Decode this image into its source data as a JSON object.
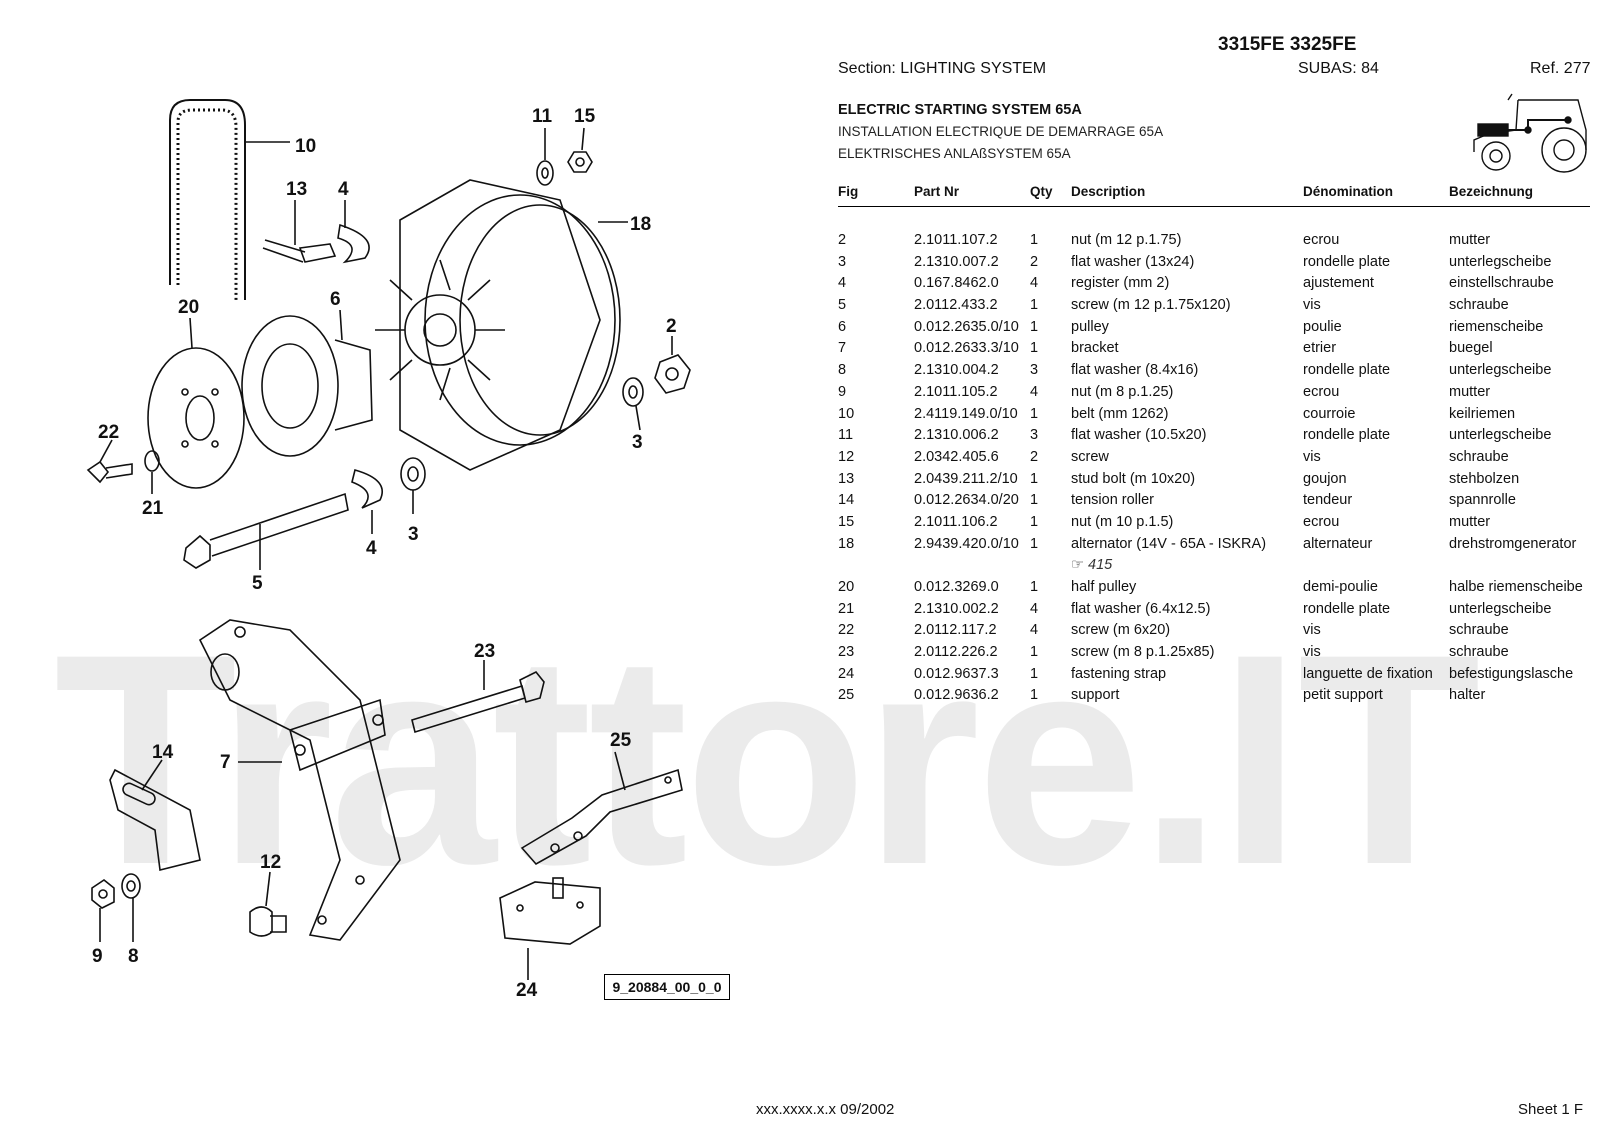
{
  "header": {
    "models": "3315FE 3325FE",
    "section": "Section: LIGHTING  SYSTEM",
    "subas": "SUBAS: 84",
    "ref": "Ref. 277"
  },
  "titles": {
    "en": "ELECTRIC STARTING SYSTEM 65A",
    "fr": "INSTALLATION ELECTRIQUE DE DEMARRAGE 65A",
    "de": "ELEKTRISCHES ANLAßSYSTEM 65A"
  },
  "table": {
    "columns": [
      "Fig",
      "Part Nr",
      "Qty",
      "Description",
      "Dénomination",
      "Bezeichnung"
    ],
    "rows": [
      [
        "2",
        "2.1011.107.2",
        "1",
        "nut (m 12 p.1.75)",
        "ecrou",
        "mutter"
      ],
      [
        "3",
        "2.1310.007.2",
        "2",
        "flat washer (13x24)",
        "rondelle plate",
        "unterlegscheibe"
      ],
      [
        "4",
        "0.167.8462.0",
        "4",
        "register (mm 2)",
        "ajustement",
        "einstellschraube"
      ],
      [
        "5",
        "2.0112.433.2",
        "1",
        "screw (m 12 p.1.75x120)",
        "vis",
        "schraube"
      ],
      [
        "6",
        "0.012.2635.0/10",
        "1",
        "pulley",
        "poulie",
        "riemenscheibe"
      ],
      [
        "7",
        "0.012.2633.3/10",
        "1",
        "bracket",
        "etrier",
        "buegel"
      ],
      [
        "8",
        "2.1310.004.2",
        "3",
        "flat washer (8.4x16)",
        "rondelle plate",
        "unterlegscheibe"
      ],
      [
        "9",
        "2.1011.105.2",
        "4",
        "nut (m 8 p.1.25)",
        "ecrou",
        "mutter"
      ],
      [
        "10",
        "2.4119.149.0/10",
        "1",
        "belt (mm 1262)",
        "courroie",
        "keilriemen"
      ],
      [
        "11",
        "2.1310.006.2",
        "3",
        "flat washer (10.5x20)",
        "rondelle plate",
        "unterlegscheibe"
      ],
      [
        "12",
        "2.0342.405.6",
        "2",
        "screw",
        "vis",
        "schraube"
      ],
      [
        "13",
        "2.0439.211.2/10",
        "1",
        "stud bolt (m 10x20)",
        "goujon",
        "stehbolzen"
      ],
      [
        "14",
        "0.012.2634.0/20",
        "1",
        "tension roller",
        "tendeur",
        "spannrolle"
      ],
      [
        "15",
        "2.1011.106.2",
        "1",
        "nut (m 10 p.1.5)",
        "ecrou",
        "mutter"
      ],
      [
        "18",
        "2.9439.420.0/10",
        "1",
        "alternator (14V - 65A - ISKRA)",
        "alternateur",
        "drehstromgenerator"
      ],
      [
        "",
        "",
        "",
        "☞      415",
        "",
        ""
      ],
      [
        "20",
        "0.012.3269.0",
        "1",
        "half pulley",
        "demi-poulie",
        "halbe riemenscheibe"
      ],
      [
        "21",
        "2.1310.002.2",
        "4",
        "flat washer (6.4x12.5)",
        "rondelle plate",
        "unterlegscheibe"
      ],
      [
        "22",
        "2.0112.117.2",
        "4",
        "screw (m 6x20)",
        "vis",
        "schraube"
      ],
      [
        "23",
        "2.0112.226.2",
        "1",
        "screw (m 8 p.1.25x85)",
        "vis",
        "schraube"
      ],
      [
        "24",
        "0.012.9637.3",
        "1",
        "fastening strap",
        "languette de fixation",
        "befestigungslasche"
      ],
      [
        "25",
        "0.012.9636.2",
        "1",
        "support",
        "petit support",
        "halter"
      ]
    ]
  },
  "diagram": {
    "callouts": [
      "11",
      "15",
      "10",
      "13",
      "4",
      "18",
      "20",
      "6",
      "2",
      "22",
      "21",
      "3",
      "4",
      "3",
      "5",
      "23",
      "14",
      "7",
      "25",
      "12",
      "9",
      "8",
      "24"
    ],
    "drawing_code": "9_20884_00_0_0"
  },
  "watermark": "Trattore.IT",
  "footer": {
    "code": "xxx.xxxx.x.x  09/2002",
    "sheet": "Sheet 1 F"
  }
}
